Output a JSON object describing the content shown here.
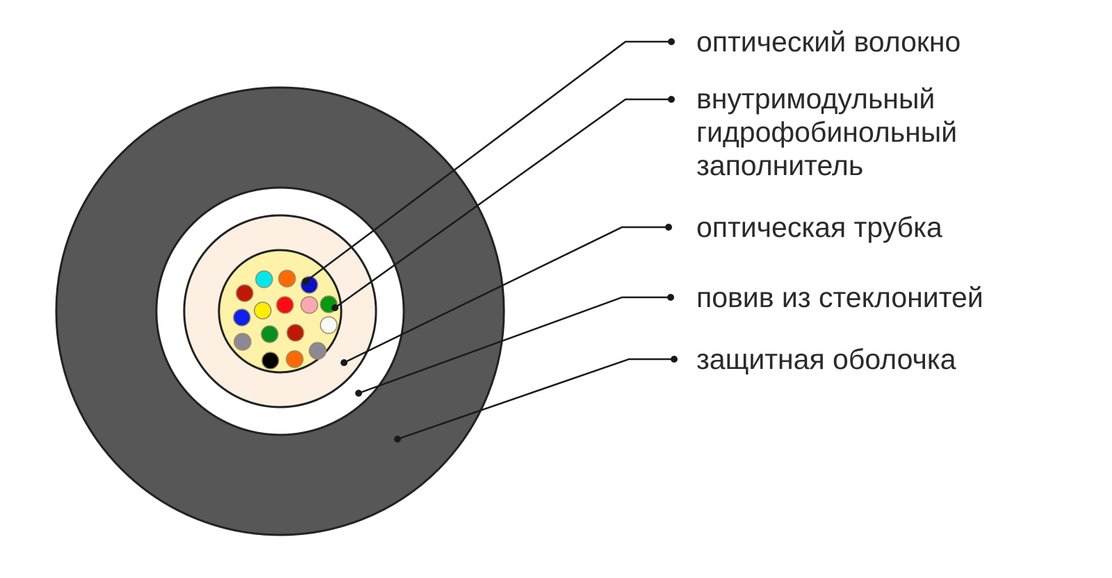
{
  "labels": [
    {
      "id": "fiber",
      "text": "оптический волокно"
    },
    {
      "id": "filler",
      "lines": [
        "внутримодульный",
        "гидрофобинольный",
        "заполнитель"
      ]
    },
    {
      "id": "tube",
      "text": "оптическая трубка"
    },
    {
      "id": "glass-yarn",
      "text": "повив из стеклонитей"
    },
    {
      "id": "sheath",
      "text": "защитная оболочка"
    }
  ],
  "colors": {
    "sheath": "#575757",
    "yarn": "#ffffff",
    "tube": "#fdf0e3",
    "core": "#fdf2a8",
    "line": "#1a1a1a",
    "fibers": [
      "#00e8ee",
      "#ff6a00",
      "#0a10c8",
      "#c01808",
      "#ffee00",
      "#ff0a14",
      "#f9a8b4",
      "#069812",
      "#1020ee",
      "#fafafa",
      "#069020",
      "#c01808",
      "#8c8896",
      "#8c8896",
      "#000000",
      "#ff6a00"
    ]
  }
}
